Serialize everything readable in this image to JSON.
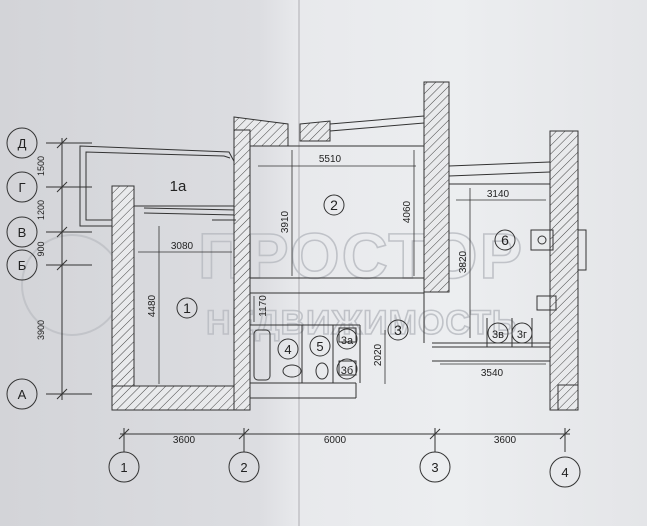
{
  "axes_letters": {
    "d": "Д",
    "g": "Г",
    "v": "В",
    "b": "Б",
    "a": "А"
  },
  "axes_numbers": {
    "n1": "1",
    "n2": "2",
    "n3": "3",
    "n4": "4"
  },
  "left_dims": {
    "d1": "1500",
    "d2": "1200",
    "d3": "900",
    "d4": "3900"
  },
  "bottom_dims": {
    "b1": "3600",
    "b2": "6000",
    "b3": "3600"
  },
  "room_labels": {
    "r1": "1",
    "r1a": "1а",
    "r2": "2",
    "r3": "3",
    "r3a": "3а",
    "r3b": "3б",
    "r3v": "3в",
    "r3g": "3г",
    "r4": "4",
    "r5": "5",
    "r6": "6"
  },
  "room_dims": {
    "r2_width": "5510",
    "r2_depth": "3910",
    "r2_right": "4060",
    "r1_width": "3080",
    "r1_depth": "4480",
    "hall_depth": "1170",
    "hall_side": "2020",
    "r6_width": "3140",
    "r6_depth": "3820",
    "kitchen_bottom": "3540"
  },
  "watermark": {
    "line1": "ПРОСТОР",
    "line2": "НЕДВИЖИМОСТЬ"
  },
  "colors": {
    "paper": "#dcdde1",
    "ink": "#222222",
    "watermark": "#b9bcc2"
  }
}
